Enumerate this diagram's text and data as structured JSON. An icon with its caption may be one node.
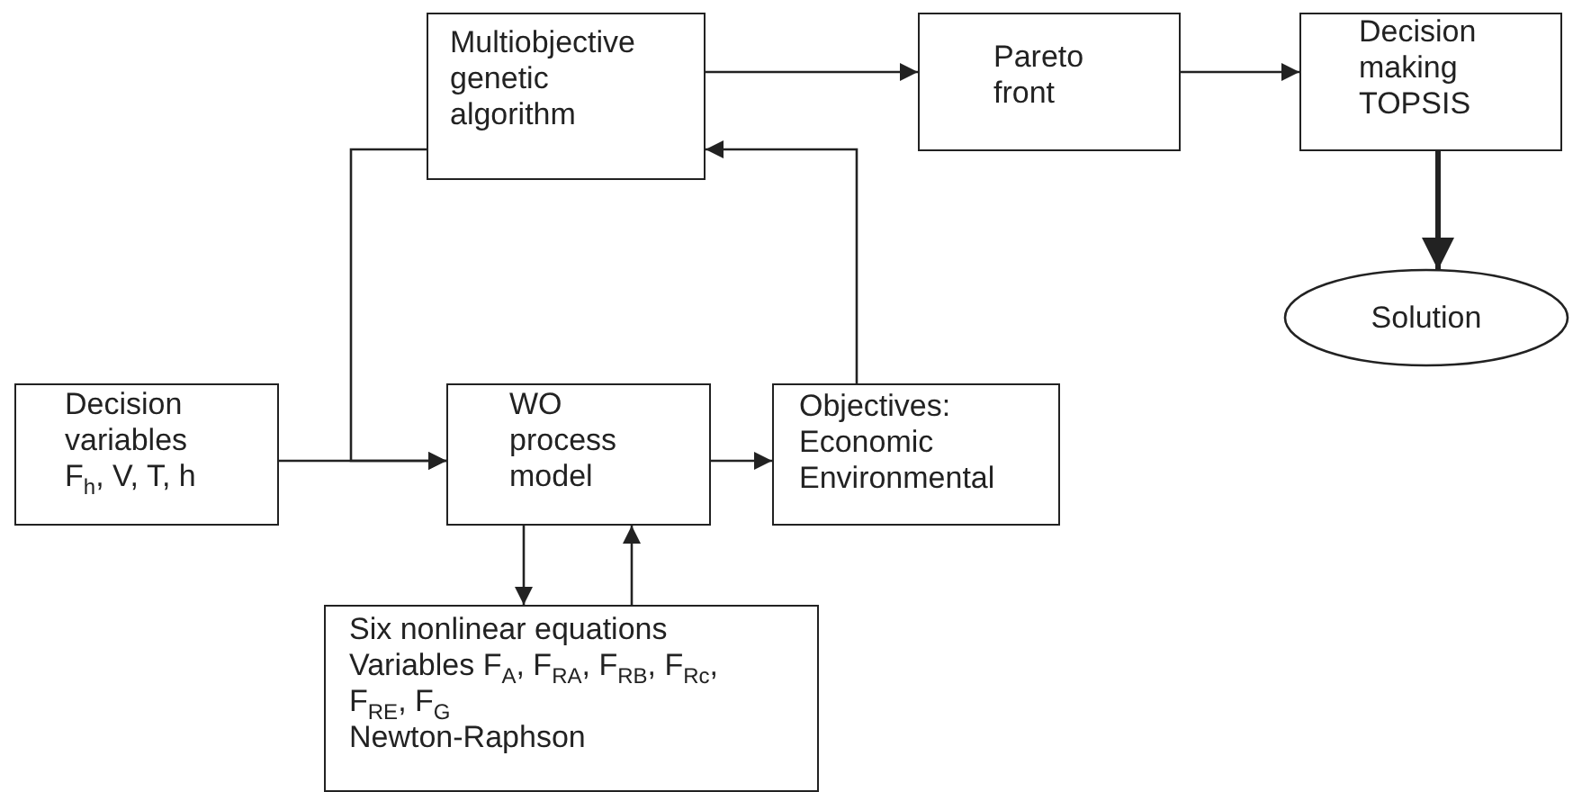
{
  "diagram": {
    "nodes": [
      {
        "text": [
          "Multiobjective genetic algorithm"
        ]
      },
      {
        "text": [
          "Pareto front"
        ]
      },
      {
        "text": [
          "Decision making TOPSIS"
        ]
      },
      {
        "text": [
          "Solution"
        ]
      },
      {
        "text": [
          "Decision variables",
          "F$_{h}$, V, T, h"
        ]
      },
      {
        "text": [
          "WO process model"
        ]
      },
      {
        "text": [
          "Objectives:",
          "Economic",
          "Environmental"
        ]
      },
      {
        "text": [
          "Six nonlinear equations",
          "Variables F$_{A}$, F$_{RA}$, F$_{RB}$, F$_{Rc}$, F$_{RE}$, F$_{G}$",
          "Newton-Raphson"
        ]
      }
    ],
    "edges": [
      {
        "from": 0,
        "to": 1,
        "arrow": "to"
      },
      {
        "from": 1,
        "to": 2,
        "arrow": "to"
      },
      {
        "from": 2,
        "to": 3,
        "arrow": "to",
        "style": "thick"
      },
      {
        "from": 4,
        "to": 5,
        "arrow": "to"
      },
      {
        "from": 0,
        "to": 5,
        "arrow": "to"
      },
      {
        "from": 5,
        "to": 6,
        "arrow": "to"
      },
      {
        "from": 6,
        "to": 0,
        "arrow": "to"
      },
      {
        "from": 5,
        "to": 7,
        "arrow": "to"
      },
      {
        "from": 7,
        "to": 5,
        "arrow": "to"
      }
    ]
  }
}
